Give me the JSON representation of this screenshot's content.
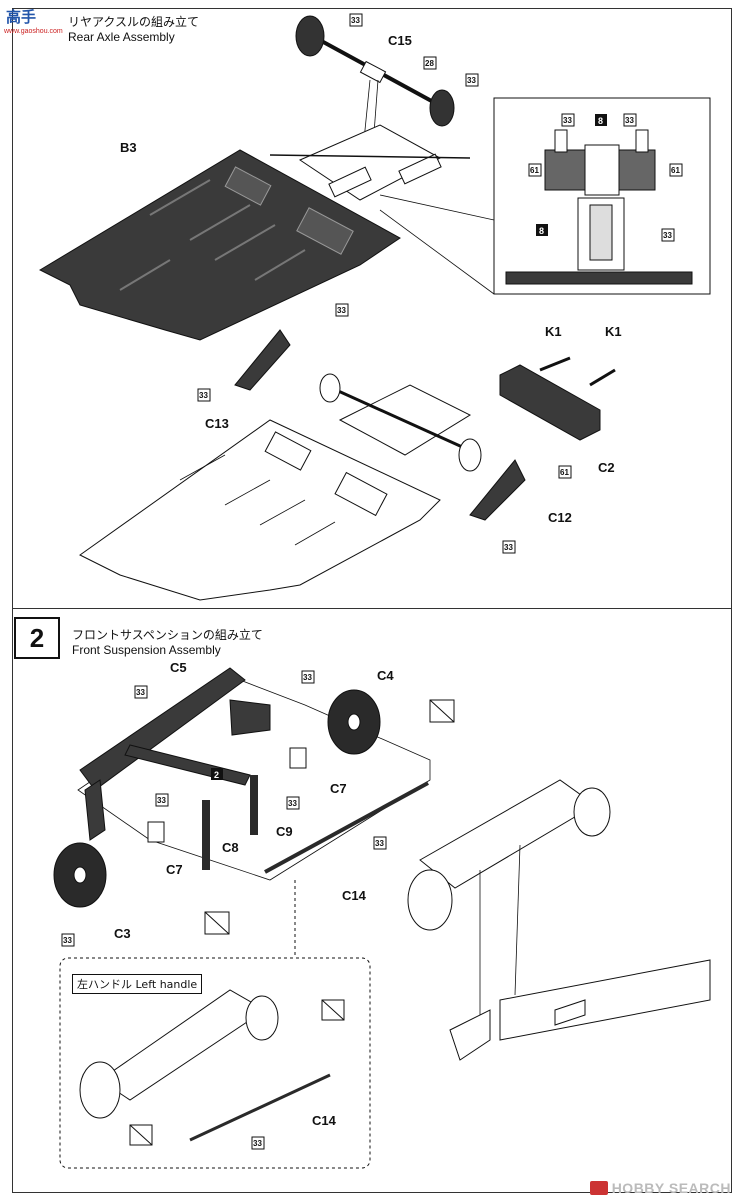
{
  "logo": {
    "main": "高手",
    "sub": "www.gaoshou.com"
  },
  "step1": {
    "title_jp": "リヤアクスルの組み立て",
    "title_en": "Rear Axle Assembly"
  },
  "step2": {
    "number": "2",
    "title_jp": "フロントサスペンションの組み立て",
    "title_en": "Front Suspension Assembly"
  },
  "inset": {
    "label": "左ハンドル Left handle"
  },
  "labels": {
    "C15": "C15",
    "B3": "B3",
    "C13": "C13",
    "C2": "C2",
    "C12": "C12",
    "K1a": "K1",
    "K1b": "K1",
    "C5": "C5",
    "C4": "C4",
    "C7a": "C7",
    "C7b": "C7",
    "C8": "C8",
    "C9": "C9",
    "C14a": "C14",
    "C3": "C3",
    "C14b": "C14"
  },
  "part_numbers": {
    "p33": "33",
    "p28": "28",
    "p8": "8",
    "p61": "61",
    "p2": "2"
  },
  "watermark": {
    "text": "HOBBY SEARCH"
  },
  "colors": {
    "part_fill": "#3a3a3a",
    "line": "#111111",
    "background": "#ffffff"
  }
}
